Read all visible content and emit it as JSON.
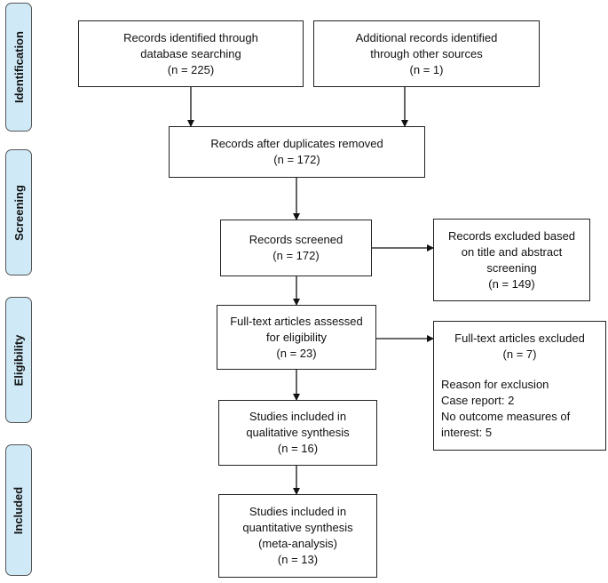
{
  "phases": {
    "identification": "Identification",
    "screening": "Screening",
    "eligibility": "Eligibility",
    "included": "Included"
  },
  "boxes": {
    "db_search": {
      "lines": [
        "Records identified through",
        "database searching",
        "(n = 225)"
      ]
    },
    "other_sources": {
      "lines": [
        "Additional records identified",
        "through other sources",
        "(n = 1)"
      ]
    },
    "duplicates_removed": {
      "lines": [
        "Records after duplicates removed",
        "(n = 172)"
      ]
    },
    "screened": {
      "lines": [
        "Records screened",
        "(n = 172)"
      ]
    },
    "excluded_screening": {
      "lines": [
        "Records excluded based",
        "on title and abstract",
        "screening",
        "(n = 149)"
      ]
    },
    "fulltext_assessed": {
      "lines": [
        "Full-text articles assessed",
        "for eligibility",
        "(n = 23)"
      ]
    },
    "fulltext_excluded": {
      "title": "Full-text articles excluded",
      "count": "(n = 7)",
      "reasons": [
        "Reason for exclusion",
        "Case report: 2",
        "No outcome measures of",
        "interest: 5"
      ]
    },
    "qualitative": {
      "lines": [
        "Studies included in",
        "qualitative synthesis",
        "(n = 16)"
      ]
    },
    "quantitative": {
      "lines": [
        "Studies included in",
        "quantitative synthesis",
        "(meta-analysis)",
        "(n = 13)"
      ]
    }
  }
}
